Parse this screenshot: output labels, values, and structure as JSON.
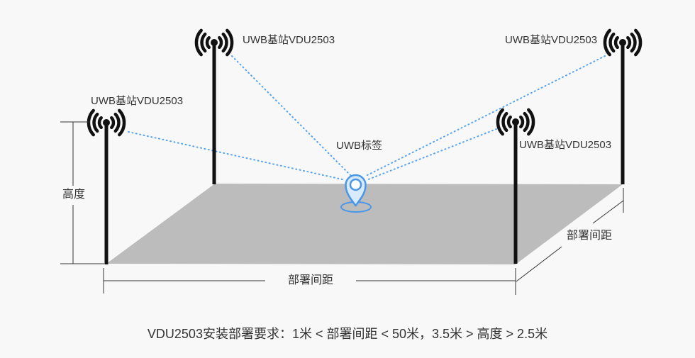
{
  "diagram": {
    "stations": [
      {
        "position": "back-left",
        "label": "UWB基站VDU2503"
      },
      {
        "position": "front-left",
        "label": "UWB基站VDU2503"
      },
      {
        "position": "back-right",
        "label": "UWB基站VDU2503"
      },
      {
        "position": "front-right",
        "label": "UWB基站VDU2503"
      }
    ],
    "tag": {
      "label": "UWB标签"
    },
    "dimensions": {
      "height_label": "高度",
      "bottom_spacing_label": "部署间距",
      "right_spacing_label": "部署间距"
    }
  },
  "caption": "VDU2503安装部署要求：1米 < 部署间距 < 50米，3.5米 > 高度 > 2.5米",
  "colors": {
    "bg": "#f8f8f8",
    "floor": "#bcbcbc",
    "dot": "#55a3f0",
    "ant": "#111111",
    "dim": "#333333",
    "text": "#333333",
    "pinfill": "#d9eafc",
    "pinstroke": "#4a96e8"
  }
}
